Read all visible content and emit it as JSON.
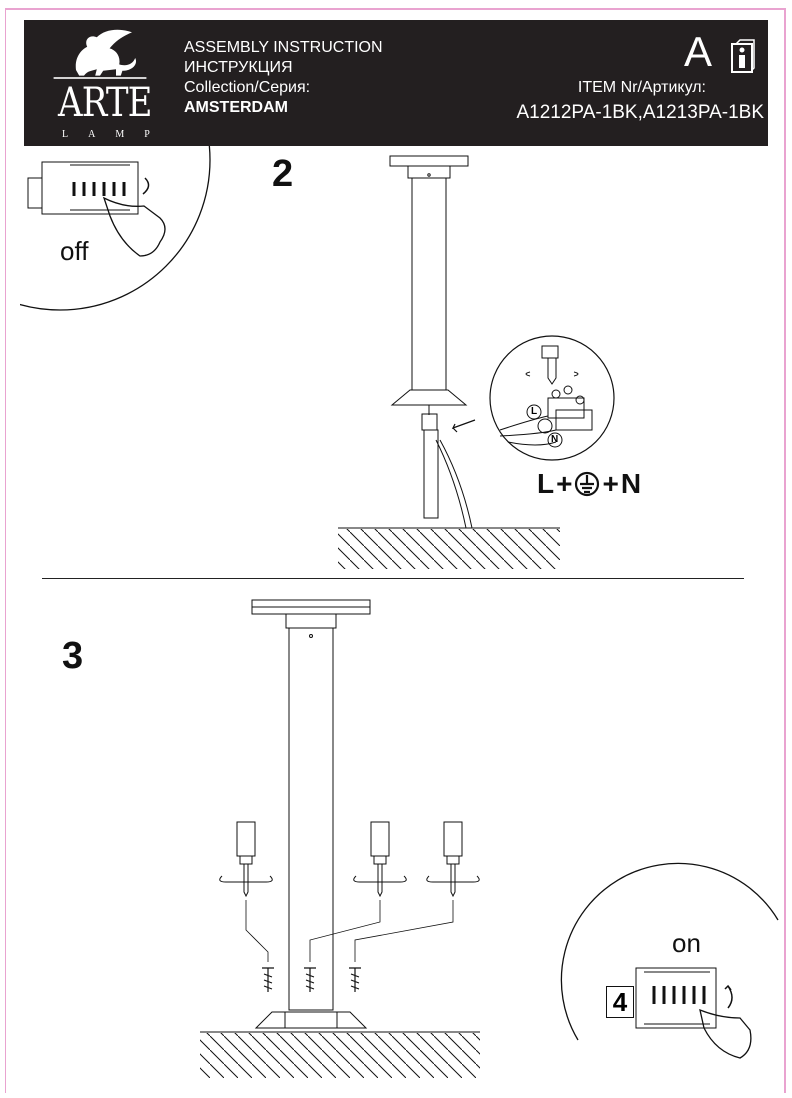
{
  "header": {
    "brand": "ARTE",
    "brand_sub": "LAMP",
    "title_en": "ASSEMBLY INSTRUCTION",
    "title_ru": "ИНСТРУКЦИЯ",
    "collection_label": "Collection/Серия:",
    "collection_value": "AMSTERDAM",
    "item_label": "ITEM Nr/Артикул:",
    "item_value": "A1212PA-1BK,A1213PA-1BK",
    "language": "A",
    "info_icon": "manual-info-icon"
  },
  "steps": {
    "step2": {
      "number": "2",
      "switch_label": "off",
      "wiring": {
        "l": "L",
        "plus1": "+",
        "plus2": "+",
        "n": "N",
        "terminal_l": "L",
        "terminal_n": "N"
      }
    },
    "step3": {
      "number": "3"
    },
    "step4": {
      "number": "4",
      "switch_label": "on"
    }
  },
  "colors": {
    "header_bg": "#231f20",
    "frame": "#e9a3d0",
    "ink": "#111111"
  }
}
